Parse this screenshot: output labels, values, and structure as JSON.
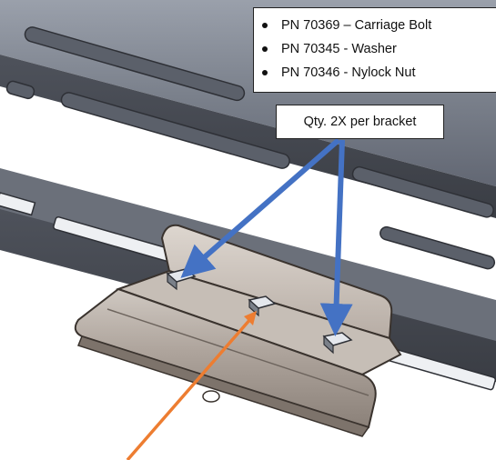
{
  "parts_list": {
    "items": [
      {
        "label": "PN 70369 – Carriage Bolt"
      },
      {
        "label": "PN 70345 - Washer"
      },
      {
        "label": "PN 70346 - Nylock Nut"
      }
    ]
  },
  "quantity_label": "Qty. 2X per bracket",
  "colors": {
    "blue_arrow": "#4472c4",
    "orange_arrow": "#ed7d31",
    "rail_metal": "#6f7480",
    "bracket_metal": "#b3aaa2"
  }
}
